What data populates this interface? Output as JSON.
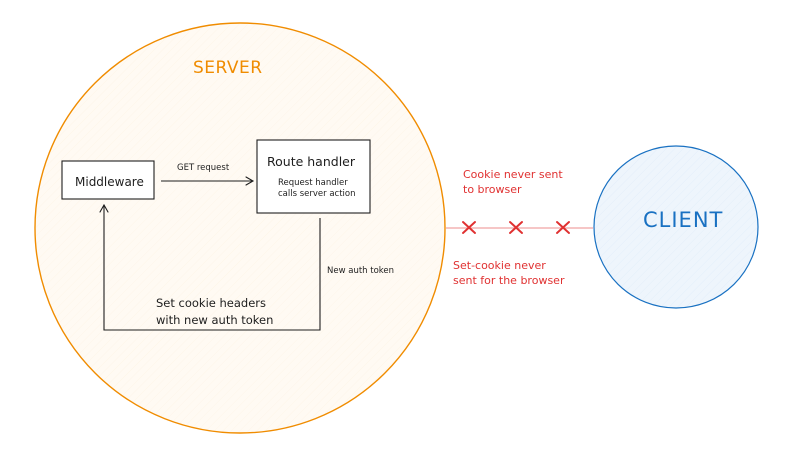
{
  "server": {
    "title": "SERVER"
  },
  "client": {
    "title": "CLIENT"
  },
  "middleware": {
    "label": "Middleware"
  },
  "route_handler": {
    "title": "Route handler",
    "subtitle": "Request handler\ncalls server action"
  },
  "edges": {
    "get_request": "GET request",
    "new_auth_token": "New auth token",
    "set_cookie_headers": "Set cookie headers\nwith new auth token"
  },
  "notes": {
    "cookie_never_sent": "Cookie never sent\nto browser",
    "set_cookie_never_sent": "Set-cookie never\nsent for the browser"
  },
  "colors": {
    "server": "#f08c00",
    "server_fill": "#fffaf3",
    "client": "#1971c2",
    "client_fill": "#eef5fc",
    "blocked": "#e03131",
    "ink": "#1e1e1e"
  },
  "icons": {
    "blocked_marker": "cross-icon"
  }
}
